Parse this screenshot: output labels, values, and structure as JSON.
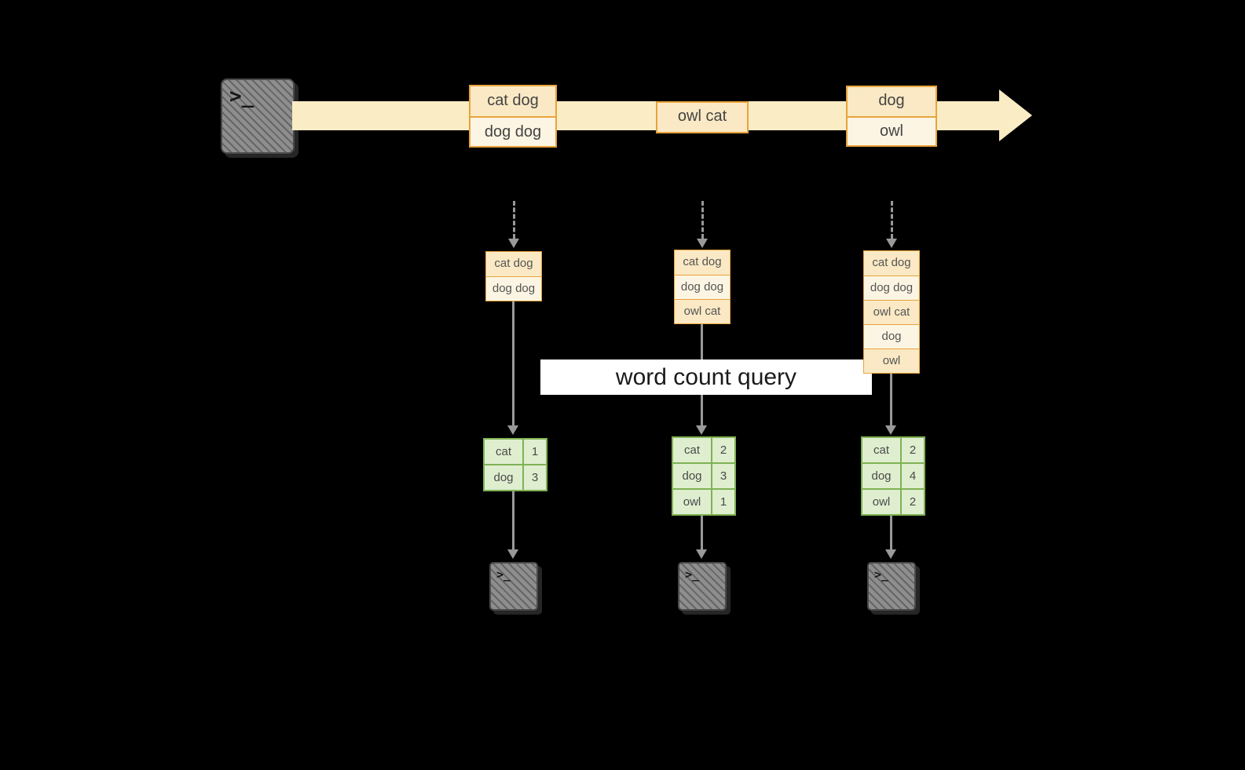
{
  "colors": {
    "background": "#000000",
    "stream_band": "#FAECC5",
    "event_border": "#E8A33C",
    "event_fill_light": "#FDF5E3",
    "event_fill_cream": "#FAE9C4",
    "table_border": "#7FB254",
    "table_fill": "#DFEECF",
    "arrow_gray": "#999999",
    "terminal_fill": "#8E8E8E",
    "banner_background": "#FFFFFF"
  },
  "icons": {
    "terminal_prompt": ">_"
  },
  "stream": {
    "events": [
      {
        "rows": [
          "cat dog",
          "dog dog"
        ]
      },
      {
        "rows": [
          "owl cat"
        ]
      },
      {
        "rows": [
          "dog",
          "owl"
        ]
      }
    ]
  },
  "banner": {
    "label": "word count query"
  },
  "columns": [
    {
      "buffer": [
        "cat dog",
        "dog dog"
      ],
      "counts": [
        {
          "word": "cat",
          "count": "1"
        },
        {
          "word": "dog",
          "count": "3"
        }
      ]
    },
    {
      "buffer": [
        "cat dog",
        "dog dog",
        "owl cat"
      ],
      "counts": [
        {
          "word": "cat",
          "count": "2"
        },
        {
          "word": "dog",
          "count": "3"
        },
        {
          "word": "owl",
          "count": "1"
        }
      ]
    },
    {
      "buffer": [
        "cat dog",
        "dog dog",
        "owl cat",
        "dog",
        "owl"
      ],
      "counts": [
        {
          "word": "cat",
          "count": "2"
        },
        {
          "word": "dog",
          "count": "4"
        },
        {
          "word": "owl",
          "count": "2"
        }
      ]
    }
  ]
}
